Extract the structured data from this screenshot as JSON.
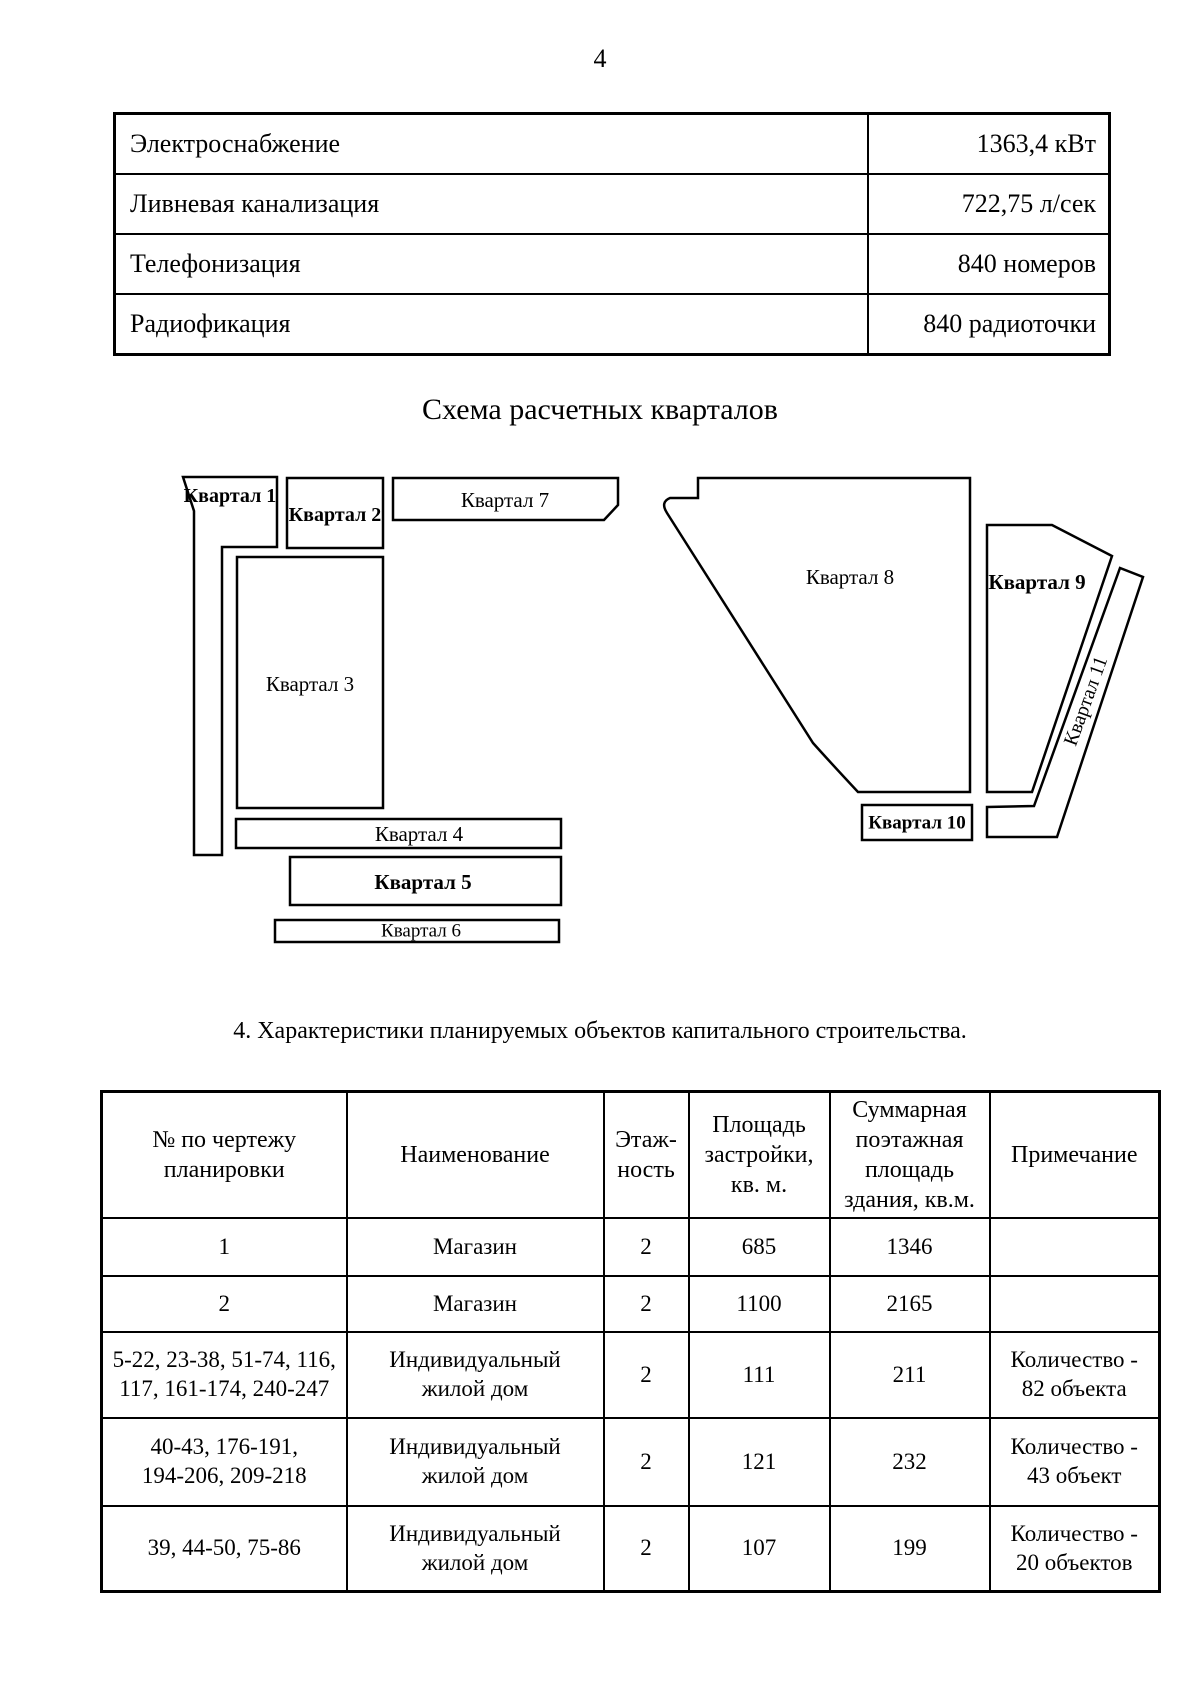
{
  "page": {
    "number": "4"
  },
  "utilities_table": {
    "rows": [
      {
        "label": "Электроснабжение",
        "value": "1363,4 кВт"
      },
      {
        "label": "Ливневая канализация",
        "value": "722,75 л/сек"
      },
      {
        "label": "Телефонизация",
        "value": "840 номеров"
      },
      {
        "label": "Радиофикация",
        "value": "840 радиоточки"
      }
    ]
  },
  "diagram": {
    "title": "Схема расчетных кварталов",
    "blocks": [
      {
        "label": "Квартал 1"
      },
      {
        "label": "Квартал 2"
      },
      {
        "label": "Квартал 3"
      },
      {
        "label": "Квартал 4"
      },
      {
        "label": "Квартал 5"
      },
      {
        "label": "Квартал 6"
      },
      {
        "label": "Квартал 7"
      },
      {
        "label": "Квартал 8"
      },
      {
        "label": "Квартал 9"
      },
      {
        "label": "Квартал 10"
      },
      {
        "label": "Квартал 11"
      }
    ]
  },
  "section": {
    "heading": "4. Характеристики планируемых объектов капитального строительства."
  },
  "objects_table": {
    "headers": [
      "№ по чертежу\nпланировки",
      "Наименование",
      "Этаж-\nность",
      "Площадь\nзастройки,\nкв. м.",
      "Суммарная\nпоэтажная\nплощадь\nздания, кв.м.",
      "Примечание"
    ],
    "rows": [
      [
        "1",
        "Магазин",
        "2",
        "685",
        "1346",
        ""
      ],
      [
        "2",
        "Магазин",
        "2",
        "1100",
        "2165",
        ""
      ],
      [
        "5-22, 23-38, 51-74, 116,\n117, 161-174, 240-247",
        "Индивидуальный\nжилой дом",
        "2",
        "111",
        "211",
        "Количество -\n82 объекта"
      ],
      [
        "40-43, 176-191,\n194-206, 209-218",
        "Индивидуальный\nжилой дом",
        "2",
        "121",
        "232",
        "Количество -\n43 объект"
      ],
      [
        "39, 44-50, 75-86",
        "Индивидуальный\nжилой дом",
        "2",
        "107",
        "199",
        "Количество -\n20 объектов"
      ]
    ]
  }
}
